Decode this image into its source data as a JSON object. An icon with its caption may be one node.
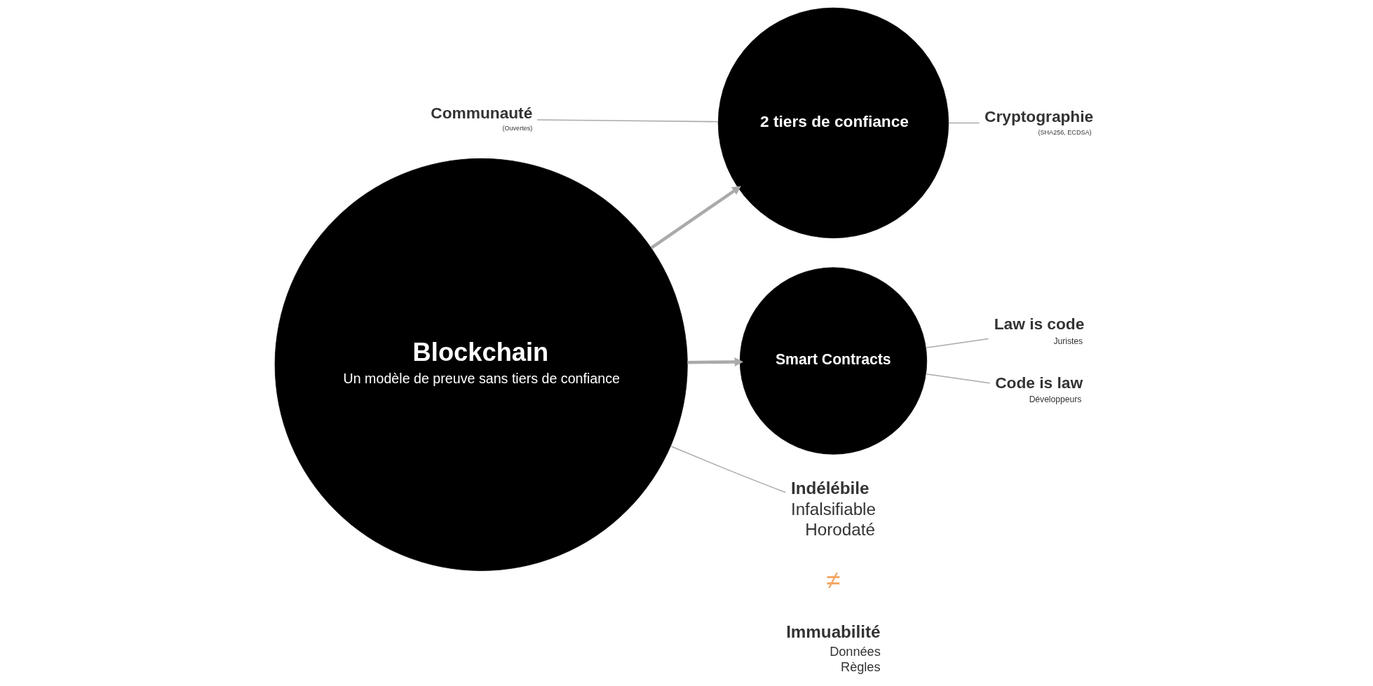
{
  "diagram": {
    "nodes": [
      {
        "text": [
          "Blockchain",
          "Un modèle de preuve sans tiers de confiance"
        ]
      },
      {
        "text": [
          "2 tiers de confiance"
        ]
      },
      {
        "text": [
          "Smart Contracts"
        ]
      },
      {
        "text": [
          "Communauté",
          "(Ouvertes)"
        ]
      },
      {
        "text": [
          "Cryptographie",
          "(SHA256, ECDSA)"
        ]
      },
      {
        "text": [
          "Law is code",
          "Juristes"
        ]
      },
      {
        "text": [
          "Code is law",
          "Développeurs"
        ]
      },
      {
        "text": [
          "Indélébile",
          "Infalsifiable",
          "Horodaté"
        ]
      },
      {
        "text": [
          "Immuabilité",
          "Données",
          "Règles"
        ]
      }
    ],
    "edges": [
      {
        "from": 0,
        "to": 1,
        "arrow": "to",
        "style": "thick"
      },
      {
        "from": 0,
        "to": 2,
        "arrow": "to",
        "style": "thick"
      },
      {
        "from": 3,
        "to": 1,
        "arrow": "none"
      },
      {
        "from": 1,
        "to": 4,
        "arrow": "none"
      },
      {
        "from": 2,
        "to": 5,
        "arrow": "none"
      },
      {
        "from": 2,
        "to": 6,
        "arrow": "none"
      },
      {
        "from": 0,
        "to": 7,
        "arrow": "none"
      }
    ],
    "labels": [
      "≠"
    ]
  }
}
